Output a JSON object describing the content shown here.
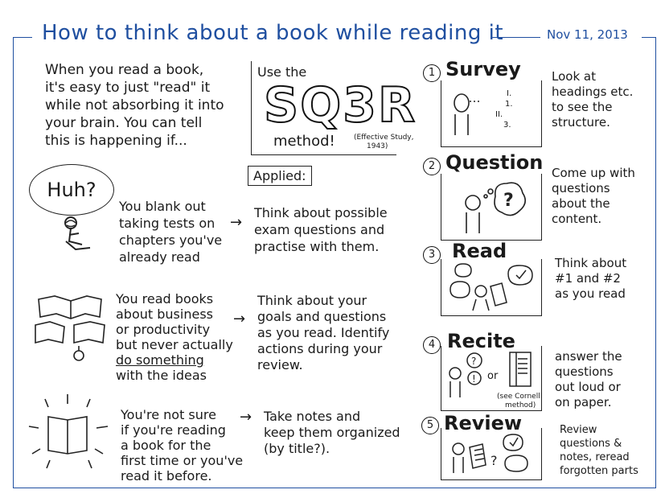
{
  "title": "How to think about a book while reading it",
  "date": "Nov 11, 2013",
  "intro": [
    "When you read a book,",
    "it's easy to just \"read\" it",
    "while not absorbing it into",
    "your brain. You can tell",
    "this is happening if..."
  ],
  "use_the": "Use the",
  "sq3r": "SQ3R",
  "method": "method!",
  "citation": [
    "(Effective Study,",
    "1943)"
  ],
  "applied": "Applied:",
  "huh": "Huh?",
  "problems": [
    {
      "lines": [
        "You blank out",
        "taking tests on",
        "chapters you've",
        "already read"
      ]
    },
    {
      "lines": [
        "You read books",
        "about business",
        "or productivity",
        "but never actually",
        "do something",
        "with the ideas"
      ]
    },
    {
      "lines": [
        "You're not sure",
        "if you're reading",
        "a book for the",
        "first time or you've",
        "read it before."
      ]
    }
  ],
  "solutions": [
    {
      "lines": [
        "Think about possible",
        "exam questions and",
        "practise with them."
      ]
    },
    {
      "lines": [
        "Think about your",
        "goals and questions",
        "as you read. Identify",
        "actions during your",
        "review."
      ]
    },
    {
      "lines": [
        "Take notes and",
        "keep them organized",
        "(by title?)."
      ]
    }
  ],
  "arrow": "→",
  "steps": [
    {
      "num": "1",
      "title": "Survey",
      "desc": [
        "Look at",
        "headings etc.",
        "to see the",
        "structure."
      ]
    },
    {
      "num": "2",
      "title": "Question",
      "desc": [
        "Come up with",
        "questions",
        "about the",
        "content."
      ]
    },
    {
      "num": "3",
      "title": "Read",
      "desc": [
        "Think about",
        "#1 and #2",
        "as you read"
      ]
    },
    {
      "num": "4",
      "title": "Recite",
      "desc": [
        "answer the",
        "questions",
        "out loud or",
        "on paper."
      ]
    },
    {
      "num": "5",
      "title": "Review",
      "desc": [
        "Review",
        "questions &",
        "notes, reread",
        "forgotten parts"
      ]
    }
  ],
  "recite_or": "or",
  "cornell": [
    "(see Cornell",
    "method)"
  ],
  "survey_marks": [
    "I.",
    "1.",
    "II.",
    "3."
  ]
}
